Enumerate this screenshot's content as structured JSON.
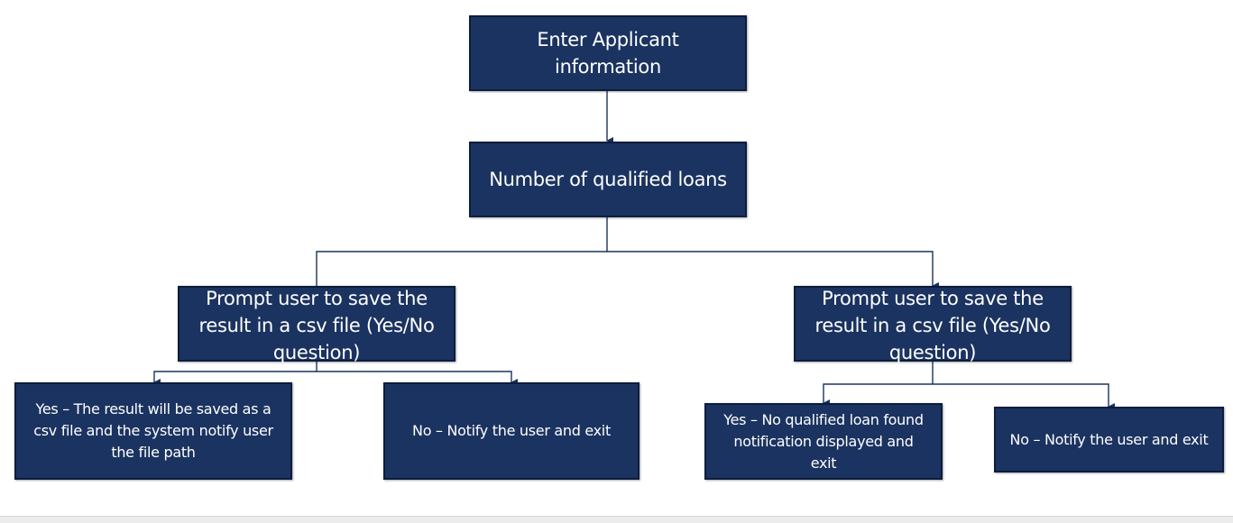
{
  "colors": {
    "node_fill": "#1b3360",
    "node_border": "#0c1d3d",
    "connector": "#1b3360",
    "text": "#ffffff"
  },
  "nodes": {
    "enter_info": "Enter Applicant information",
    "qualified_loans": "Number of qualified loans",
    "prompt_left": "Prompt user to save the result in a csv file (Yes/No question)",
    "prompt_right": "Prompt user to save the result in a csv file (Yes/No question)",
    "yes_left": "Yes – The result will be saved as a csv file and the system notify user the file path",
    "no_left": "No – Notify the user and exit",
    "yes_right": "Yes – No qualified loan found notification displayed and exit",
    "no_right": "No – Notify the user and exit"
  }
}
